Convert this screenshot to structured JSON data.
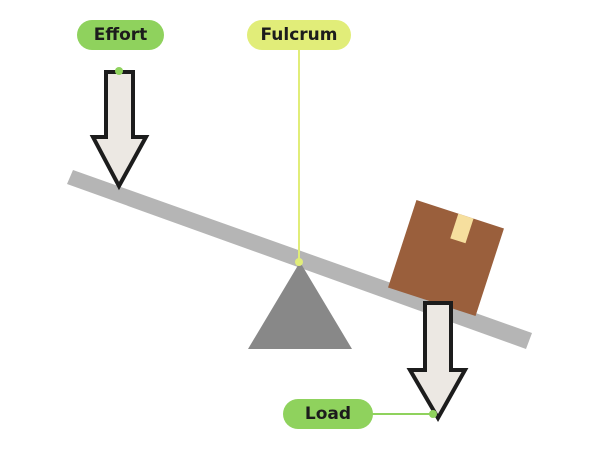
{
  "labels": {
    "effort": "Effort",
    "fulcrum": "Fulcrum",
    "load": "Load"
  },
  "colors": {
    "lever": "#b5b5b5",
    "fulcrum": "#888888",
    "box": "#9a5f3c",
    "box_tape": "#f6df9e",
    "arrow_fill": "#ece8e3",
    "arrow_stroke": "#1c1c1c",
    "green_label": "#8fd25d",
    "yellow_label": "#e1ed79",
    "green_line": "#8fd25d",
    "yellow_line": "#e1ed79"
  },
  "icons": {
    "effort_arrow": "down-arrow-icon",
    "load_arrow": "down-arrow-icon",
    "load_object": "box-icon"
  }
}
